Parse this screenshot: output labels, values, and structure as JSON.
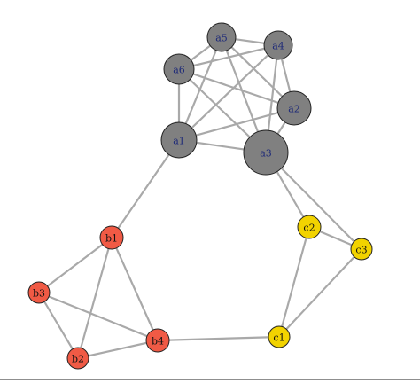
{
  "network": {
    "groups": [
      {
        "id": "a",
        "color": "#808080",
        "label_color": "#1e2a78"
      },
      {
        "id": "b",
        "color": "#f05a45",
        "label_color": "#111111"
      },
      {
        "id": "c",
        "color": "#f2d300",
        "label_color": "#111111"
      }
    ],
    "nodes": [
      {
        "id": "a1",
        "label": "a1",
        "group": "a"
      },
      {
        "id": "a2",
        "label": "a2",
        "group": "a"
      },
      {
        "id": "a3",
        "label": "a3",
        "group": "a"
      },
      {
        "id": "a4",
        "label": "a4",
        "group": "a"
      },
      {
        "id": "a5",
        "label": "a5",
        "group": "a"
      },
      {
        "id": "a6",
        "label": "a6",
        "group": "a"
      },
      {
        "id": "b1",
        "label": "b1",
        "group": "b"
      },
      {
        "id": "b2",
        "label": "b2",
        "group": "b"
      },
      {
        "id": "b3",
        "label": "b3",
        "group": "b"
      },
      {
        "id": "b4",
        "label": "b4",
        "group": "b"
      },
      {
        "id": "c1",
        "label": "c1",
        "group": "c"
      },
      {
        "id": "c2",
        "label": "c2",
        "group": "c"
      },
      {
        "id": "c3",
        "label": "c3",
        "group": "c"
      }
    ],
    "edges": [
      [
        "a5",
        "a4"
      ],
      [
        "a5",
        "a6"
      ],
      [
        "a5",
        "a2"
      ],
      [
        "a5",
        "a1"
      ],
      [
        "a5",
        "a3"
      ],
      [
        "a4",
        "a6"
      ],
      [
        "a4",
        "a2"
      ],
      [
        "a4",
        "a1"
      ],
      [
        "a4",
        "a3"
      ],
      [
        "a6",
        "a2"
      ],
      [
        "a6",
        "a1"
      ],
      [
        "a6",
        "a3"
      ],
      [
        "a2",
        "a1"
      ],
      [
        "a2",
        "a3"
      ],
      [
        "a1",
        "a3"
      ],
      [
        "a1",
        "b1"
      ],
      [
        "a3",
        "c2"
      ],
      [
        "a3",
        "c3"
      ],
      [
        "b1",
        "b3"
      ],
      [
        "b1",
        "b2"
      ],
      [
        "b1",
        "b4"
      ],
      [
        "b3",
        "b2"
      ],
      [
        "b3",
        "b4"
      ],
      [
        "b2",
        "b4"
      ],
      [
        "b4",
        "c1"
      ],
      [
        "c1",
        "c2"
      ],
      [
        "c1",
        "c3"
      ],
      [
        "c2",
        "c3"
      ]
    ]
  }
}
